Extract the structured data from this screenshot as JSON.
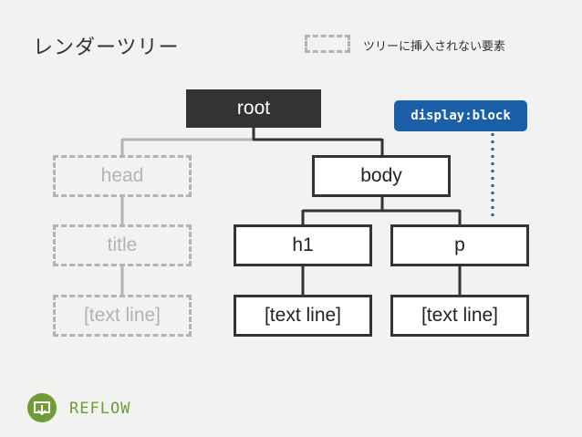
{
  "title": "レンダーツリー",
  "legend": {
    "label": "ツリーに挿入されない要素"
  },
  "badge": {
    "label": "display:block"
  },
  "nodes": {
    "root": "root",
    "head": "head",
    "title_node": "title",
    "head_text": "[text line]",
    "body": "body",
    "h1": "h1",
    "p": "p",
    "h1_text": "[text line]",
    "p_text": "[text line]"
  },
  "footer": {
    "label": "REFLOW",
    "icon": "reflow-icon"
  },
  "colors": {
    "background": "#f2f2f0",
    "solid_border": "#333333",
    "dashed_border": "#b3b3b3",
    "badge": "#1a5fa8",
    "brand": "#6f9c35"
  }
}
